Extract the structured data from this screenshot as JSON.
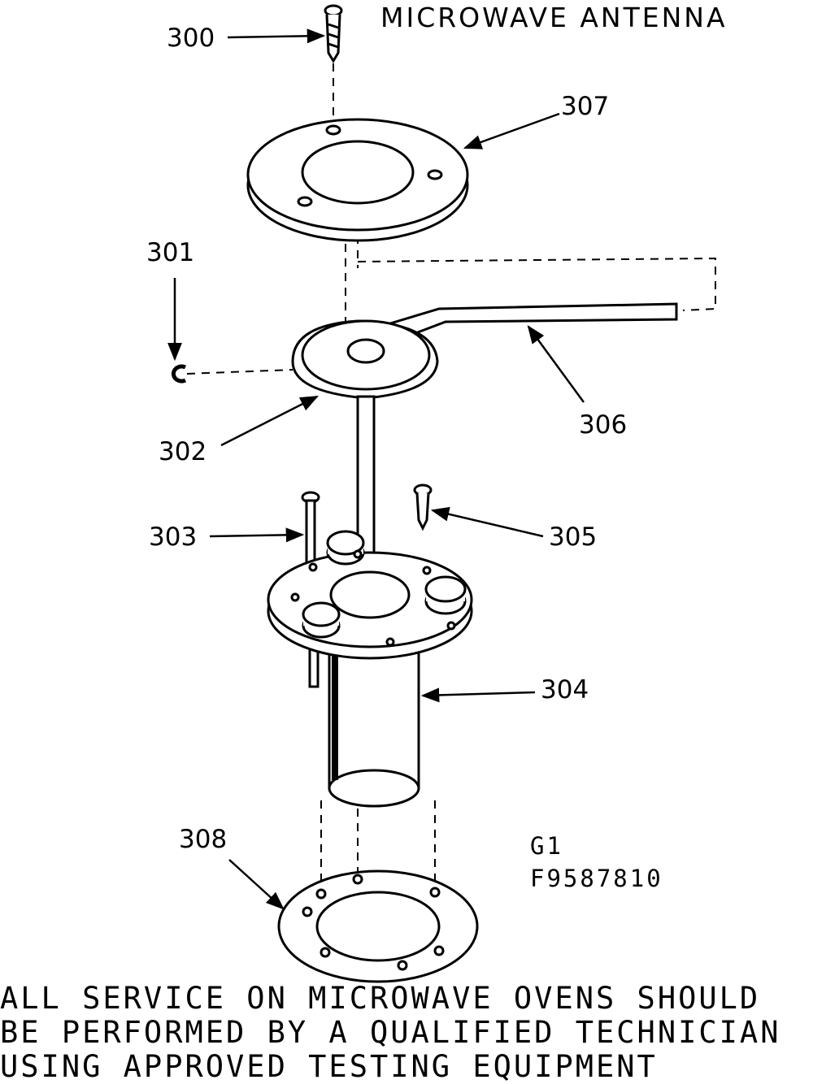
{
  "title": "MICROWAVE ANTENNA",
  "callouts": {
    "c300": "300",
    "c307": "307",
    "c301": "301",
    "c306": "306",
    "c302": "302",
    "c303": "303",
    "c305": "305",
    "c304": "304",
    "c308": "308"
  },
  "diagram_code": {
    "line1": "G1",
    "line2": "F9587810"
  },
  "warning": {
    "line1": "ALL SERVICE ON MICROWAVE OVENS SHOULD",
    "line2": "BE PERFORMED BY A QUALIFIED TECHNICIAN",
    "line3": "USING APPROVED TESTING EQUIPMENT"
  }
}
